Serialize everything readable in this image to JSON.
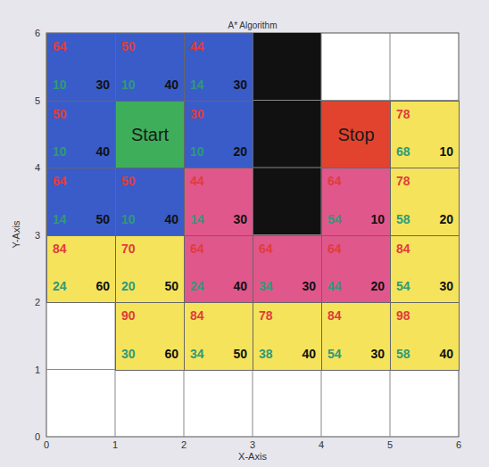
{
  "diagram": {
    "title": "A* Algorithm",
    "nodes": [
      {
        "text": [
          "64",
          "10",
          "30"
        ]
      },
      {
        "text": [
          "50",
          "10",
          "40"
        ]
      },
      {
        "text": [
          "44",
          "14",
          "30"
        ]
      },
      {
        "text": [
          "50",
          "10",
          "40"
        ]
      },
      {
        "text": [
          "Start"
        ]
      },
      {
        "text": [
          "30",
          "10",
          "20"
        ]
      },
      {
        "text": [
          "Stop"
        ]
      },
      {
        "text": [
          "78",
          "68",
          "10"
        ]
      },
      {
        "text": [
          "64",
          "14",
          "50"
        ]
      },
      {
        "text": [
          "50",
          "10",
          "40"
        ]
      },
      {
        "text": [
          "44",
          "14",
          "30"
        ]
      },
      {
        "text": [
          "64",
          "54",
          "10"
        ]
      },
      {
        "text": [
          "78",
          "58",
          "20"
        ]
      },
      {
        "text": [
          "84",
          "24",
          "60"
        ]
      },
      {
        "text": [
          "70",
          "20",
          "50"
        ]
      },
      {
        "text": [
          "64",
          "24",
          "40"
        ]
      },
      {
        "text": [
          "64",
          "34",
          "30"
        ]
      },
      {
        "text": [
          "64",
          "44",
          "20"
        ]
      },
      {
        "text": [
          "84",
          "54",
          "30"
        ]
      },
      {
        "text": [
          "90",
          "30",
          "60"
        ]
      },
      {
        "text": [
          "84",
          "34",
          "50"
        ]
      },
      {
        "text": [
          "78",
          "38",
          "40"
        ]
      },
      {
        "text": [
          "84",
          "54",
          "30"
        ]
      },
      {
        "text": [
          "98",
          "58",
          "40"
        ]
      }
    ],
    "labels": [
      "X-Axis",
      "Y-Axis",
      "0",
      "1",
      "2",
      "3",
      "4",
      "5",
      "6",
      "0",
      "1",
      "2",
      "3",
      "4",
      "5",
      "6"
    ]
  }
}
